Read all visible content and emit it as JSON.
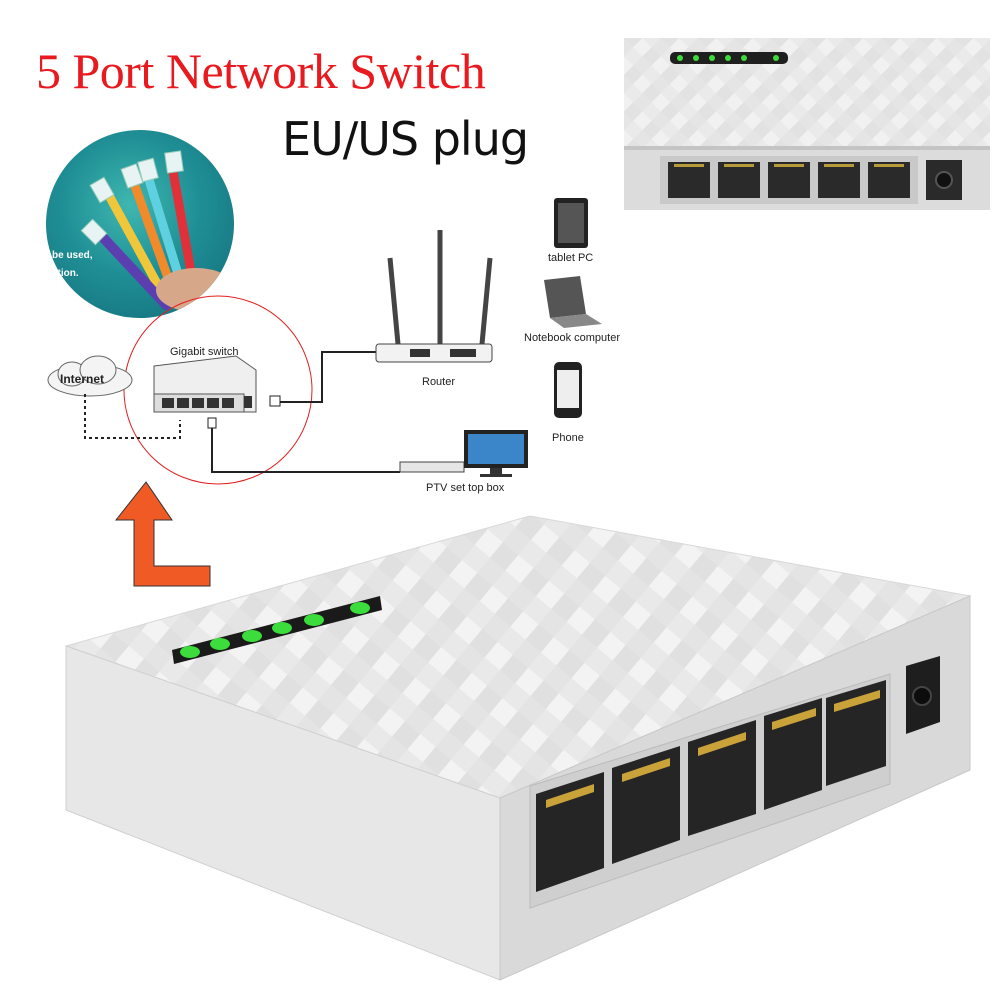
{
  "title": "5 Port Network Switch",
  "subtitle": "EU/US plug",
  "cable_photo": {
    "line1": "be used,",
    "line2": "ation."
  },
  "diagram": {
    "internet": "Internet",
    "gigabit_switch": "Gigabit switch",
    "router": "Router",
    "tablet": "tablet PC",
    "notebook": "Notebook computer",
    "phone": "Phone",
    "set_top_box": "PTV set top box"
  },
  "colors": {
    "title": "#e8191f",
    "arrow": "#f05a24",
    "led": "#3bdc3b",
    "highlight_circle": "#e02020"
  },
  "product": {
    "ports": 5,
    "leds": 6
  }
}
